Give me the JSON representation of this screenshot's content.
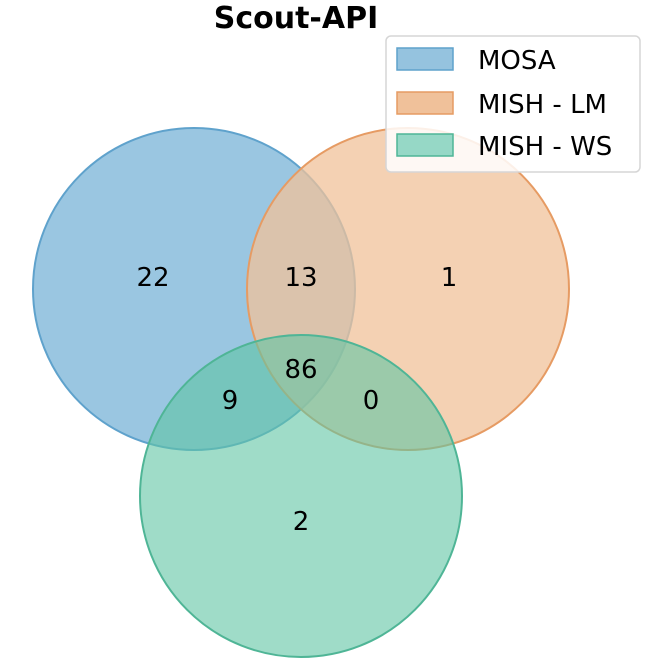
{
  "title": "Scout-API",
  "colors": {
    "MOSA": "#1f77b4",
    "MISH - LM": "#ff7f0e",
    "MISH - WS": "#2ca02c",
    "MOSA_fill": "#95c3df",
    "MISH - LM_fill": "#f0c19a",
    "MISH - WS_fill": "#96d8c6"
  },
  "legend": {
    "placement": "top-right",
    "entries": [
      "MOSA",
      "MISH - LM",
      "MISH - WS"
    ]
  },
  "chart_data": {
    "type": "venn",
    "title": "Scout-API",
    "sets": [
      "MOSA",
      "MISH - LM",
      "MISH - WS"
    ],
    "regions": {
      "MOSA_only": 22,
      "MISH_LM_only": 1,
      "MISH_WS_only": 2,
      "MOSA_and_MISH_LM": 13,
      "MOSA_and_MISH_WS": 9,
      "MISH_LM_and_MISH_WS": 0,
      "all_three": 86
    }
  }
}
